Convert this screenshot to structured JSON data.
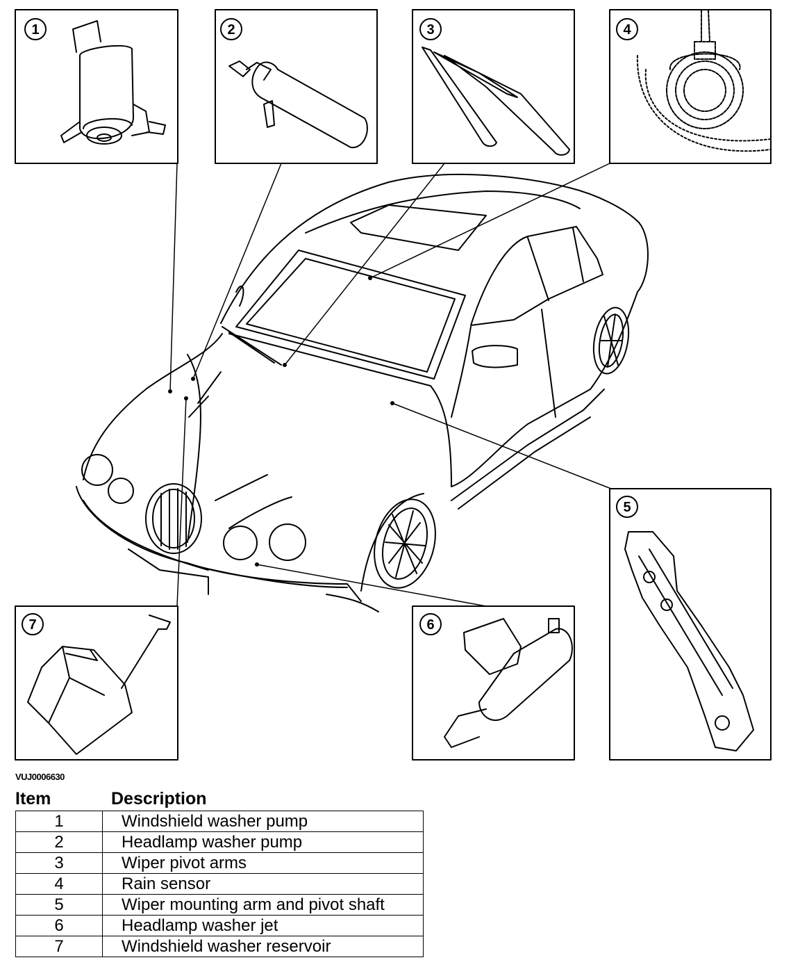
{
  "figure": {
    "id_text": "VUJ0006630",
    "callouts": [
      "1",
      "2",
      "3",
      "4",
      "5",
      "6",
      "7"
    ]
  },
  "legend": {
    "header_item": "Item",
    "header_description": "Description",
    "rows": [
      {
        "item": "1",
        "description": "Windshield washer pump"
      },
      {
        "item": "2",
        "description": "Headlamp washer pump"
      },
      {
        "item": "3",
        "description": "Wiper pivot arms"
      },
      {
        "item": "4",
        "description": "Rain sensor"
      },
      {
        "item": "5",
        "description": "Wiper mounting arm and pivot shaft"
      },
      {
        "item": "6",
        "description": "Headlamp washer jet"
      },
      {
        "item": "7",
        "description": "Windshield washer reservoir"
      }
    ]
  }
}
